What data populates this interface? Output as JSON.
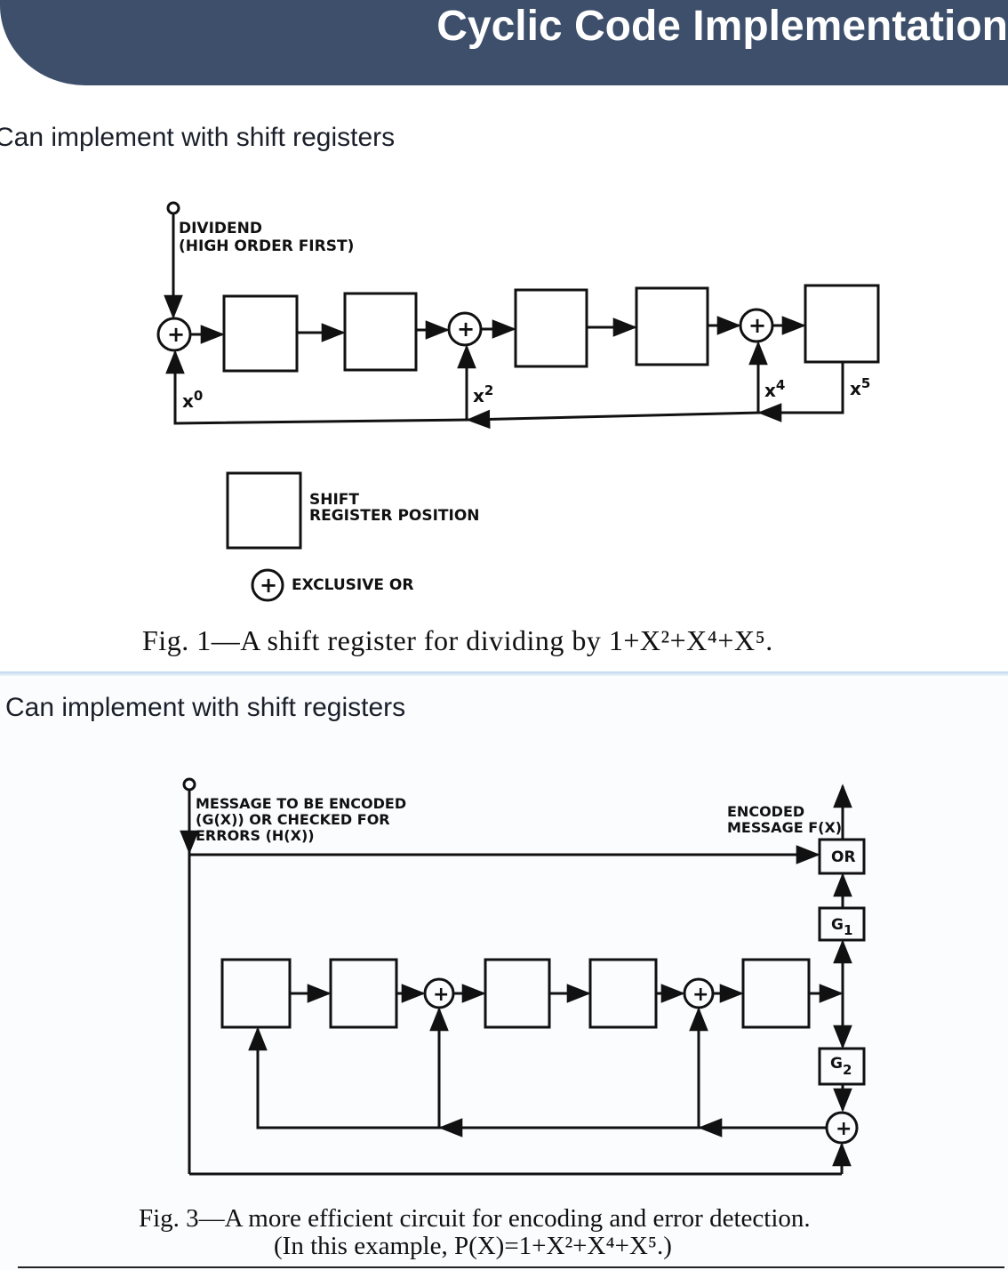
{
  "header": {
    "title": "Cyclic Code Implementation"
  },
  "slide1": {
    "bullet": "Can implement with shift registers",
    "figure": {
      "input_label_line1": "DIVIDEND",
      "input_label_line2": "(HIGH ORDER FIRST)",
      "taps": [
        "x",
        "x",
        "x",
        "x"
      ],
      "tap_powers": [
        "0",
        "2",
        "4",
        "5"
      ],
      "xor_symbol": "+",
      "legend_register_line1": "SHIFT",
      "legend_register_line2": "REGISTER POSITION",
      "legend_xor": "EXCLUSIVE OR"
    },
    "caption": "Fig. 1—A shift register for dividing by 1+X²+X⁴+X⁵."
  },
  "slide2": {
    "bullet": "Can implement with shift registers",
    "figure": {
      "input_label_line1": "MESSAGE TO BE ENCODED",
      "input_label_line2": "(G(X)) OR CHECKED FOR",
      "input_label_line3": "ERRORS (H(X))",
      "output_label_line1": "ENCODED",
      "output_label_line2": "MESSAGE F(X)",
      "or_gate": "OR",
      "gate1": "G",
      "gate1_sub": "1",
      "gate2": "G",
      "gate2_sub": "2",
      "xor_symbol": "+"
    },
    "caption_line1": "Fig. 3—A more efficient circuit for encoding and error detection.",
    "caption_line2": "(In this example, P(X)=1+X²+X⁴+X⁵.)"
  }
}
